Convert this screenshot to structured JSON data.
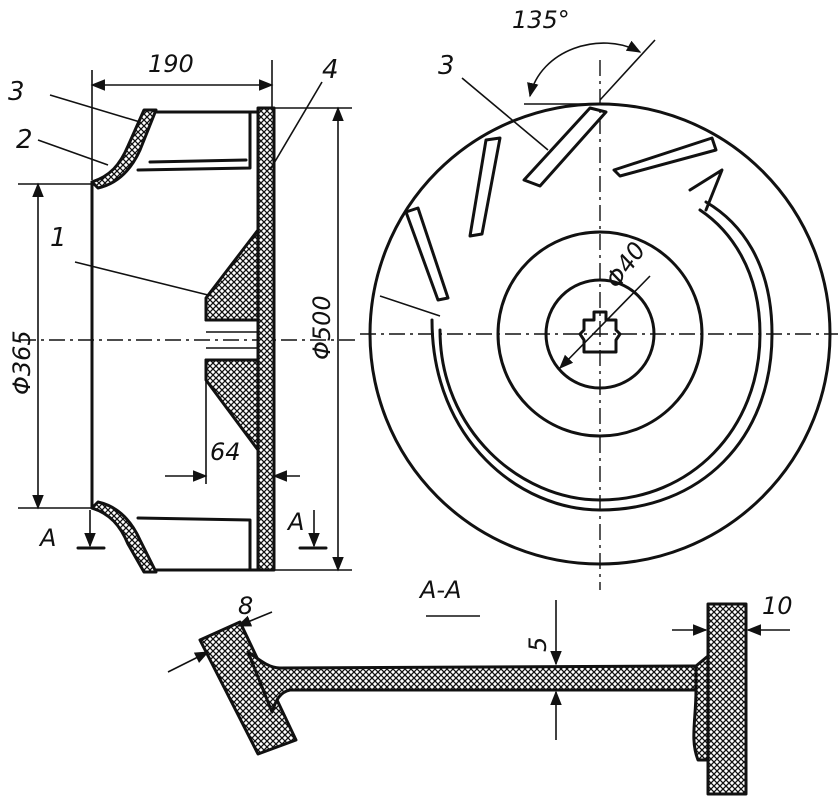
{
  "labels": {
    "part_1": "1",
    "part_2": "2",
    "part_3_side": "3",
    "part_3_front": "3",
    "part_4": "4",
    "section_title": "A-A",
    "section_mark_left": "A",
    "section_mark_right": "A"
  },
  "dimensions": {
    "width_190": "190",
    "hub_64": "64",
    "dia_365": "Φ365",
    "dia_500": "Φ500",
    "dia_40": "Φ40",
    "angle_135": "135°",
    "thk_8": "8",
    "thk_5": "5",
    "thk_10": "10"
  }
}
